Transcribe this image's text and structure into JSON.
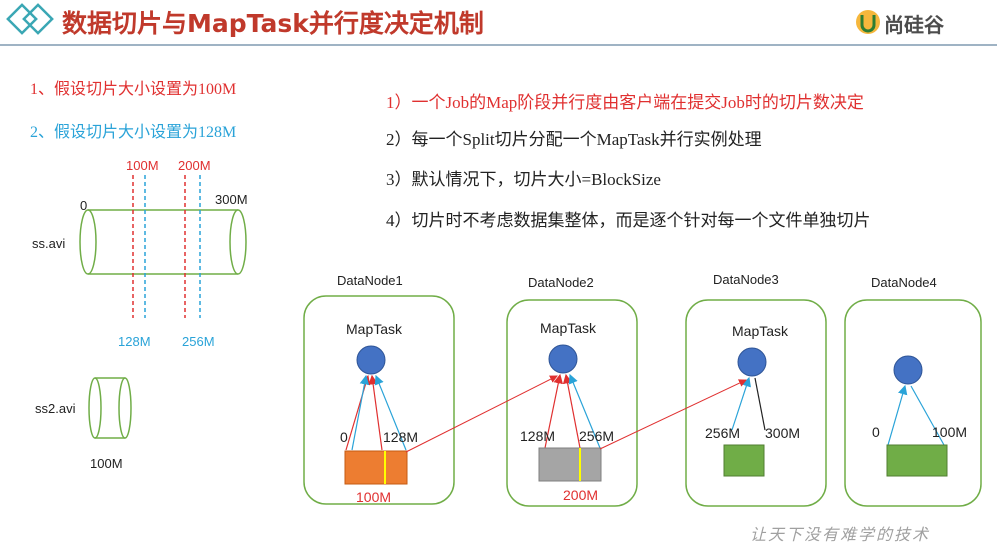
{
  "header": {
    "title": "数据切片与MapTask并行度决定机制",
    "logo_text": "尚硅谷"
  },
  "left": {
    "case1": "1、假设切片大小设置为100M",
    "case2": "2、假设切片大小设置为128M",
    "file1": {
      "name": "ss.avi",
      "start": "0",
      "end": "300M",
      "split100_1": "100M",
      "split100_2": "200M",
      "split128_1": "128M",
      "split128_2": "256M"
    },
    "file2": {
      "name": "ss2.avi",
      "size": "100M"
    }
  },
  "rules": [
    "1）一个Job的Map阶段并行度由客户端在提交Job时的切片数决定",
    "2）每一个Split切片分配一个MapTask并行实例处理",
    "3）默认情况下，切片大小=BlockSize",
    "4）切片时不考虑数据集整体，而是逐个针对每一个文件单独切片"
  ],
  "datanodes": [
    {
      "name": "DataNode1",
      "task": "MapTask",
      "left_label": "0",
      "right_label": "128M",
      "block_label": "100M",
      "block_color": "#ed7d31"
    },
    {
      "name": "DataNode2",
      "task": "MapTask",
      "left_label": "128M",
      "right_label": "256M",
      "block_label": "200M",
      "block_color": "#a5a5a5"
    },
    {
      "name": "DataNode3",
      "task": "MapTask",
      "left_label": "256M",
      "right_label": "300M",
      "block_label": "",
      "block_color": "#70ad47"
    },
    {
      "name": "DataNode4",
      "task": "",
      "left_label": "0",
      "right_label": "100M",
      "block_label": "",
      "block_color": "#70ad47"
    }
  ],
  "colors": {
    "title": "#c0392b",
    "red": "#e03030",
    "blue": "#2aa3d8",
    "node_border": "#70ad47",
    "maptask_fill": "#4472c4"
  },
  "footer": "让天下没有难学的技术"
}
